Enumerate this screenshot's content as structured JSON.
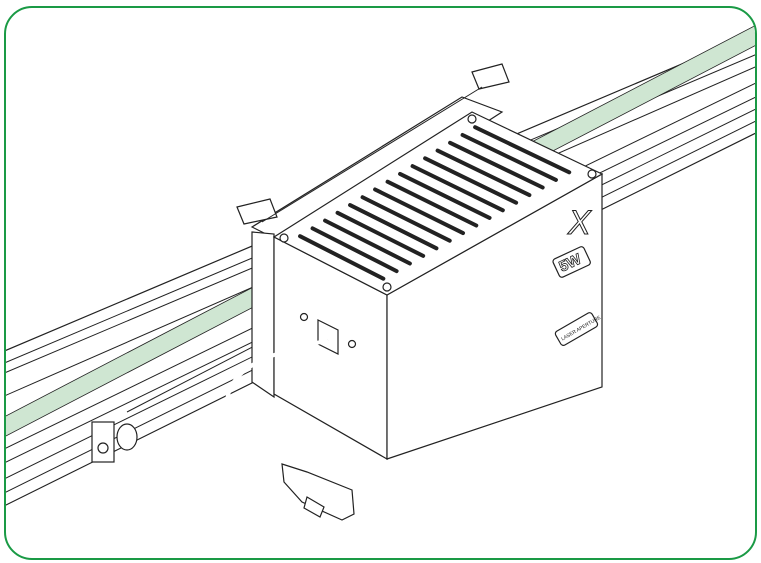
{
  "module": {
    "logo": "X",
    "power_label": "5W",
    "aperture_label": "LASER APERTURE"
  },
  "colors": {
    "frame": "#1a9a45",
    "belt": "#cfe6d2"
  }
}
